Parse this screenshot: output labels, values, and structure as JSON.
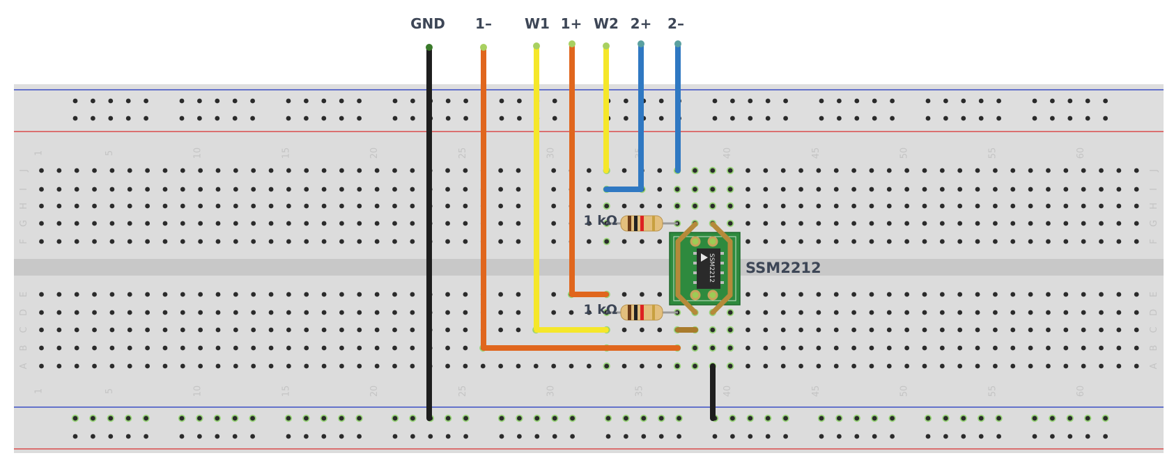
{
  "wire_labels": {
    "gnd": "GND",
    "one_minus": "1–",
    "w1": "W1",
    "one_plus": "1+",
    "w2": "W2",
    "two_plus": "2+",
    "two_minus": "2–"
  },
  "resistors": {
    "top_value": "1 kΩ",
    "bottom_value": "1 kΩ"
  },
  "chip": {
    "name": "SSM2212",
    "marking": "SSM2212"
  },
  "breadboard": {
    "column_numbers": [
      "1",
      "5",
      "10",
      "15",
      "20",
      "25",
      "30",
      "35",
      "40",
      "45",
      "50",
      "55",
      "60"
    ],
    "row_letters_top": [
      "J",
      "I",
      "H",
      "G",
      "F"
    ],
    "row_letters_bottom": [
      "E",
      "D",
      "C",
      "B",
      "A"
    ]
  },
  "colors": {
    "black_wire": "#1e1e1e",
    "orange_wire": "#e0661d",
    "yellow_wire": "#f5e72a",
    "blue_wire": "#2f78c2",
    "rail_blue": "#3b4fc4",
    "rail_red": "#d94b4b",
    "board": "#dcdcdc",
    "pcb": "#2e8a3e"
  }
}
